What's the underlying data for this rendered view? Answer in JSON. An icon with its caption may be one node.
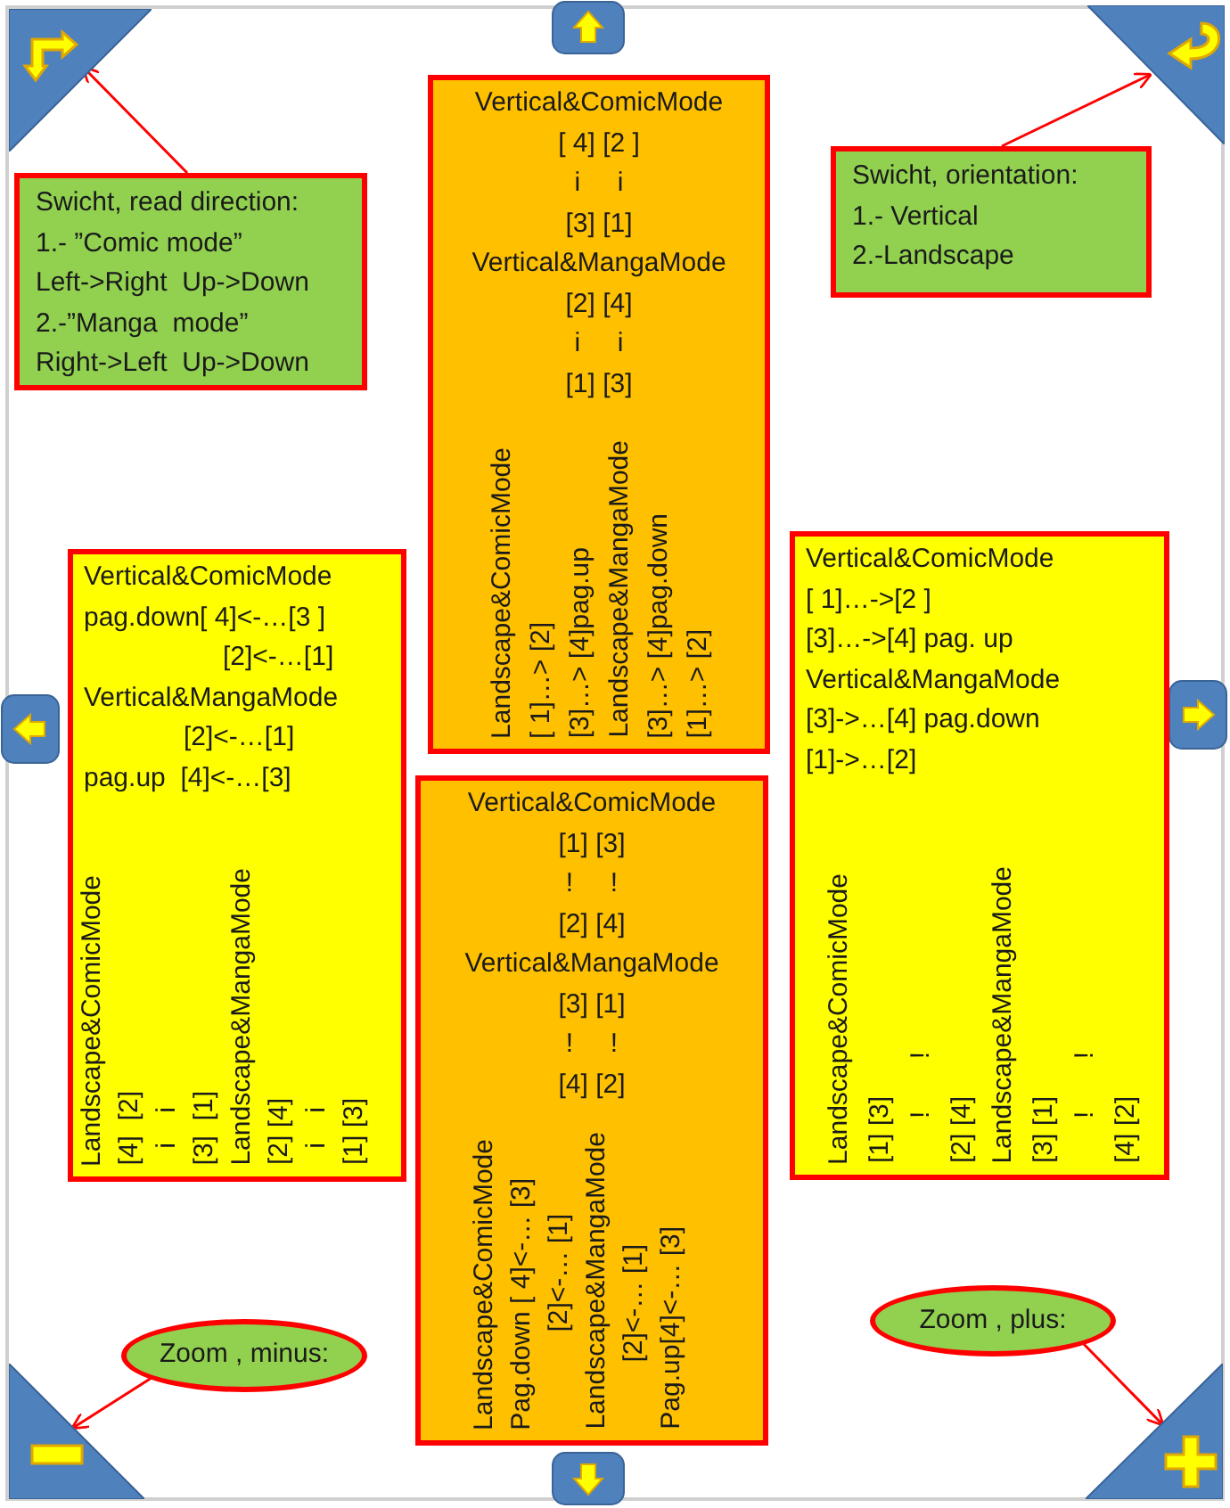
{
  "diagram": {
    "nodes": [
      {
        "text": [],
        "shape": "triangle"
      },
      {
        "text": [],
        "shape": "triangle"
      },
      {
        "text": [
          "Swicht, read direction:",
          "1.- ”Comic mode”",
          "Left->Right  Up->Down",
          "2.-”Manga  mode”",
          "Right->Left  Up->Down"
        ]
      },
      {
        "text": [
          "Swicht, orientation:",
          "1.- Vertical",
          "2.-Landscape"
        ]
      },
      {
        "text": [
          "Vertical&ComicMode",
          "[ 4] [2 ]",
          "i     i",
          "[3] [1]",
          "Vertical&MangaMode",
          "[2] [4]",
          "i     i",
          "[1] [3]",
          "Landscape&ComicMode",
          "[ 1]…> [2]",
          "[3]…> [4]pag.up",
          "Landscape&MangaMode",
          "[3]…> [4]pag.down",
          "[1]…> [2]"
        ]
      },
      {
        "text": [
          "Vertical&ComicMode",
          "[ 1]…->[2 ]",
          "[3]…->[4] pag. up",
          "Vertical&MangaMode",
          "[3]->…[4] pag.down",
          "[1]->…[2]",
          "Landscape&ComicMode",
          "[1] [3]",
          "!       !",
          "[2] [4]",
          "Landscape&MangaMode",
          "[3] [1]",
          "!       !",
          "[4] [2]"
        ]
      },
      {
        "text": [
          "Vertical&ComicMode",
          "pag.down[ 4]<-…[3 ]",
          "[2]<-…[1]",
          "Vertical&MangaMode",
          "[2]<-…[1]",
          "pag.up  [4]<-…[3]",
          "Landscape&ComicMode",
          "[4]  [2]",
          "i    i",
          "[3]  [1]",
          "Landscape&MangaMode",
          "[2] [4]",
          "i    i",
          "[1] [3]"
        ]
      },
      {
        "text": [
          "Vertical&ComicMode",
          "[1] [3]",
          "!     !",
          "[2] [4]",
          "Vertical&MangaMode",
          "[3] [1]",
          "!     !",
          "[4] [2]",
          "Landscape&ComicMode",
          "Pag.down [ 4]<-… [3]",
          "[2]<-… [1]",
          "Landscape&MangaMode",
          "[2]<-… [1]",
          "Pag.up[4]<-… [3]"
        ]
      },
      {
        "text": [
          "Zoom , minus:"
        ]
      },
      {
        "text": [
          "Zoom , plus:"
        ]
      },
      {
        "text": [],
        "shape": "triangle"
      },
      {
        "text": [],
        "shape": "triangle"
      }
    ],
    "edges": [
      {
        "from": 2,
        "to": 0,
        "arrow": "to"
      },
      {
        "from": 3,
        "to": 1,
        "arrow": "to"
      },
      {
        "from": 8,
        "to": 10,
        "arrow": "to"
      },
      {
        "from": 9,
        "to": 11,
        "arrow": "to"
      }
    ]
  }
}
